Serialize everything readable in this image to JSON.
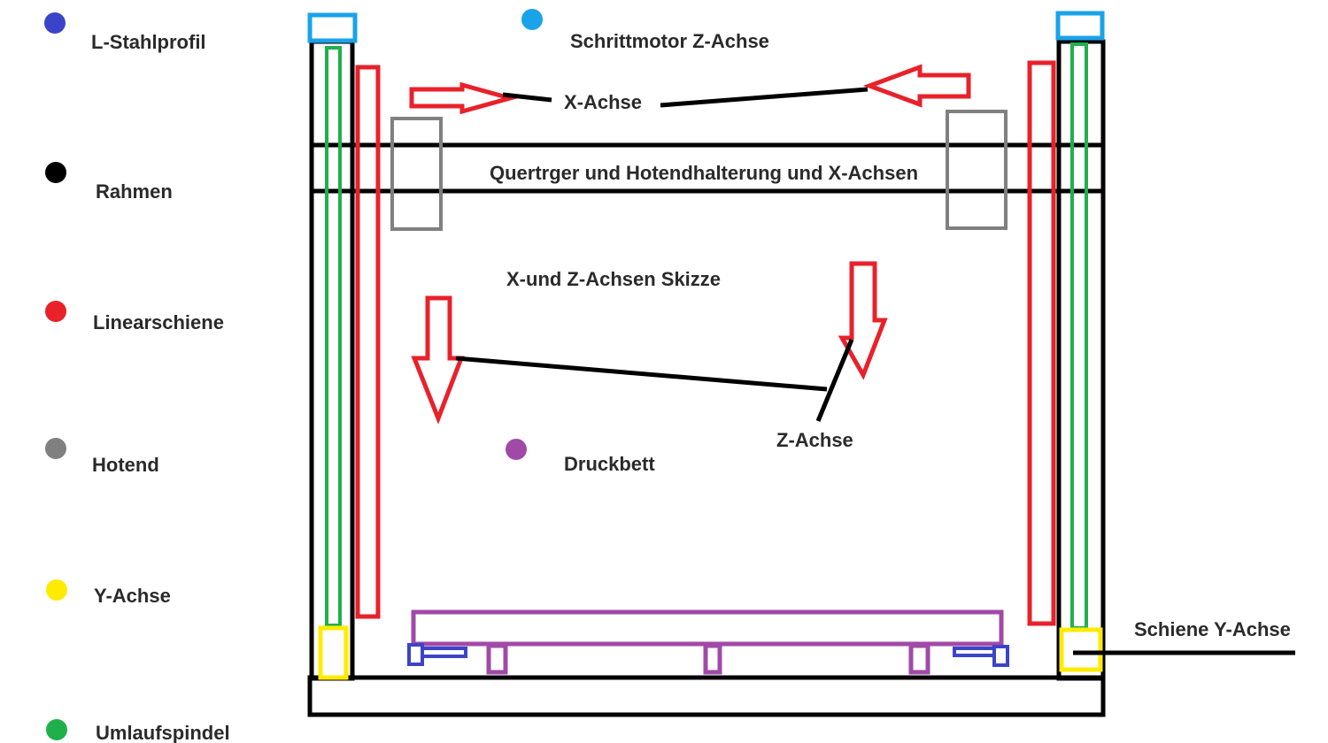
{
  "legend": [
    {
      "label": "L-Stahlprofil",
      "color": "#3b44c8"
    },
    {
      "label": "Rahmen",
      "color": "#000000"
    },
    {
      "label": "Linearschiene",
      "color": "#e8212a"
    },
    {
      "label": "Hotend",
      "color": "#808080"
    },
    {
      "label": "Y-Achse",
      "color": "#ffeb00"
    },
    {
      "label": "Umlaufspindel",
      "color": "#1fb04c"
    },
    {
      "label": "Schrittmotor Z-Achse",
      "color": "#1aa3e8"
    },
    {
      "label": "Druckbett",
      "color": "#a04aa8"
    }
  ],
  "labels": {
    "x_axis": "X-Achse",
    "crossbeam": "Quertrger und Hotendhalterung und X-Achsen",
    "sketch_title": "X-und Z-Achsen Skizze",
    "z_axis": "Z-Achse",
    "rail_y": "Schiene Y-Achse"
  },
  "colors": {
    "frame": "#000000",
    "rail": "#e8212a",
    "spindle": "#1fb04c",
    "motor": "#1aa3e8",
    "hotend": "#808080",
    "y_axis": "#ffeb00",
    "bed": "#a04aa8",
    "steel": "#3b44c8",
    "arrow": "#e8212a"
  }
}
